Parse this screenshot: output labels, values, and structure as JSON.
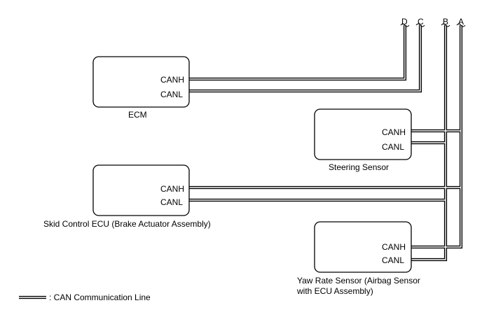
{
  "components": {
    "ecm": {
      "name": "ECM",
      "pin_h": "CANH",
      "pin_l": "CANL"
    },
    "steering": {
      "name": "Steering Sensor",
      "pin_h": "CANH",
      "pin_l": "CANL"
    },
    "skid": {
      "name": "Skid Control ECU (Brake Actuator Assembly)",
      "pin_h": "CANH",
      "pin_l": "CANL"
    },
    "yaw": {
      "name_line1": "Yaw Rate Sensor (Airbag Sensor",
      "name_line2": "with ECU Assembly)",
      "pin_h": "CANH",
      "pin_l": "CANL"
    }
  },
  "connectors": {
    "d": "D",
    "c": "C",
    "b": "B",
    "a": "A"
  },
  "legend": {
    "label": ": CAN Communication Line"
  }
}
